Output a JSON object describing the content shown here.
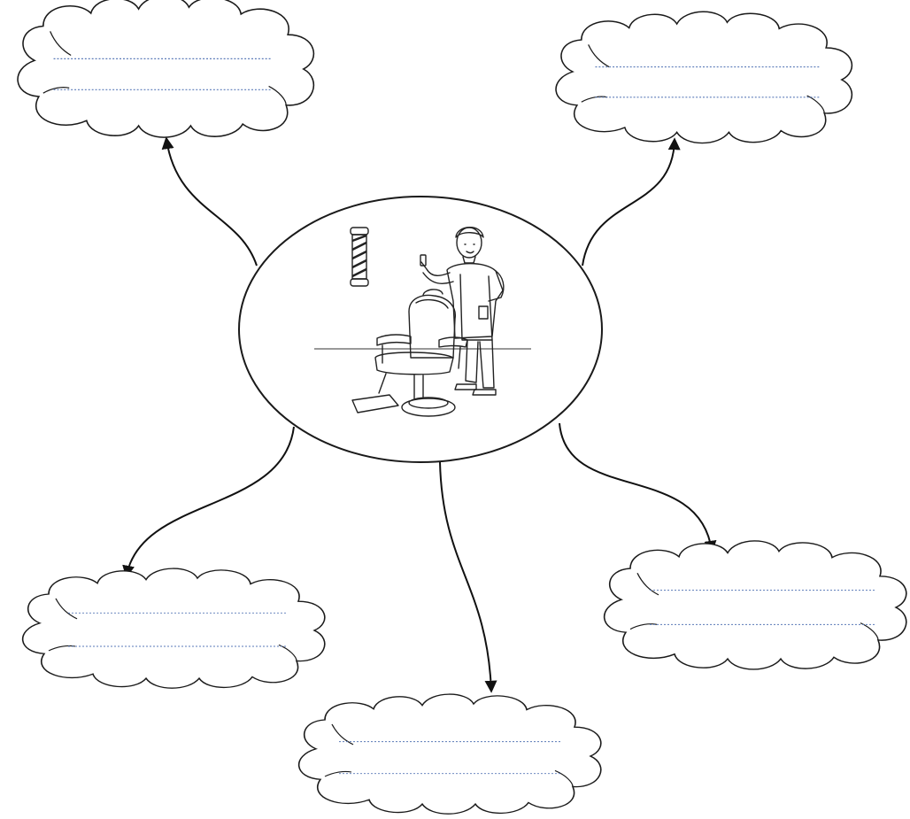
{
  "diagram": {
    "type": "spider-map",
    "center": {
      "image_icon": "barber-at-chair-illustration"
    },
    "branches": [
      {
        "id": "top-left",
        "lines": 2
      },
      {
        "id": "top-right",
        "lines": 2
      },
      {
        "id": "bottom-left",
        "lines": 2
      },
      {
        "id": "bottom-center",
        "lines": 2
      },
      {
        "id": "bottom-right",
        "lines": 2
      }
    ],
    "colors": {
      "stroke": "#1a1a1a",
      "dotted_line": "#5a7ab8",
      "pole_stripe": "#222222"
    }
  }
}
